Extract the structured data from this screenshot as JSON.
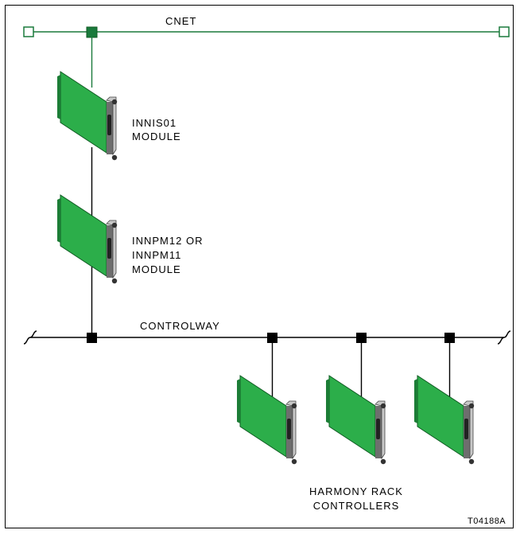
{
  "cnet": {
    "label": "CNET",
    "color": "#1a7a3c"
  },
  "controlway": {
    "label": "CONTROLWAY"
  },
  "modules": {
    "innis": {
      "line1": "INNIS01",
      "line2": "MODULE"
    },
    "innpm": {
      "line1": "INNPM12 OR",
      "line2": "INNPM11",
      "line3": "MODULE"
    }
  },
  "rack": {
    "line1": "HARMONY RACK",
    "line2": "CONTROLLERS"
  },
  "figure_id": "T04188A",
  "colors": {
    "board_green": "#2cae4a",
    "board_edge": "#0f5a22",
    "bezel_gray": "#9a9a9a",
    "ink": "#000000"
  }
}
